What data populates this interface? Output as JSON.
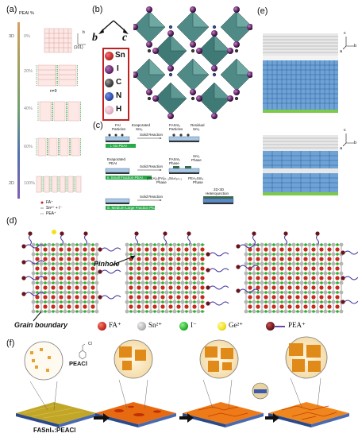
{
  "panels": {
    "a": {
      "label": "(a)",
      "header": "PEAI %",
      "axis_top": "3D",
      "axis_bottom": "2D",
      "percentages": [
        "0%",
        "20%",
        "40%",
        "60%",
        "100%"
      ],
      "annotation": "n=9",
      "orientation": "(101)",
      "axis_b": "b",
      "legend": [
        "FA⁺",
        "Sn²⁺ + I⁻",
        "PEA⁺"
      ]
    },
    "b": {
      "label": "(b)",
      "axis_b": "b",
      "axis_c": "c",
      "legend": [
        {
          "symbol": "Sn",
          "color": "#c0282a"
        },
        {
          "symbol": "I",
          "color": "#6a2a6e"
        },
        {
          "symbol": "C",
          "color": "#3a3a3a"
        },
        {
          "symbol": "N",
          "color": "#2f4db0"
        },
        {
          "symbol": "H",
          "color": "#e3b2c4"
        }
      ]
    },
    "c": {
      "label": "(c)",
      "row1_left": [
        "FAI",
        "Particles"
      ],
      "row1_mid": [
        "Evaporated",
        "SnI₂"
      ],
      "row1_arrow": "Solid Reaction",
      "row1_right_a": [
        "FASnI₃",
        "Particles"
      ],
      "row1_right_b": [
        "Residual",
        "SnI₂"
      ],
      "row1_tag": "i. No PEAI",
      "row2_left": [
        "Evaporated",
        "PEAI"
      ],
      "row2_arrow": "Solid Reaction",
      "row2_right_a": [
        "FASnI₃",
        "Phase"
      ],
      "row2_right_b": [
        "SnI₂",
        "Phase"
      ],
      "row2_right_c": "(PEA)₂(FA)ₙ₋₁SnₙI₃ₙ₊₁",
      "row2_right_c2": "Phase",
      "row2_right_d": "PEA₂SnI₄",
      "row2_right_d2": "Phase",
      "row2_tag": "ii. Small Fraction PEAI",
      "row3_arrow": "Solid Reaction",
      "row3_right": [
        "2D-3D",
        "Heterojunction"
      ],
      "row3_tag": "iii. Medium-Large Fraction PEAI"
    },
    "d": {
      "label": "(d)",
      "pinhole": "Pinhole",
      "grain_boundary": "Grain boundary",
      "legend": [
        "FA⁺",
        "Sn²⁺",
        "I⁻",
        "Ge²⁺",
        "PEA⁺"
      ],
      "colors": {
        "fa": "#c8281e",
        "sn": "#b5b5b5",
        "i": "#2ab52a",
        "ge": "#f2e21a",
        "pea": "#6b1418"
      }
    },
    "e": {
      "label": "(e)",
      "axis_c": "c",
      "axis_b": "b",
      "axis_a": "a"
    },
    "f": {
      "label": "(f)",
      "molecule": "PEACl",
      "cl_label": "Cl",
      "substrate": "FASnI₃:PEACl"
    }
  }
}
